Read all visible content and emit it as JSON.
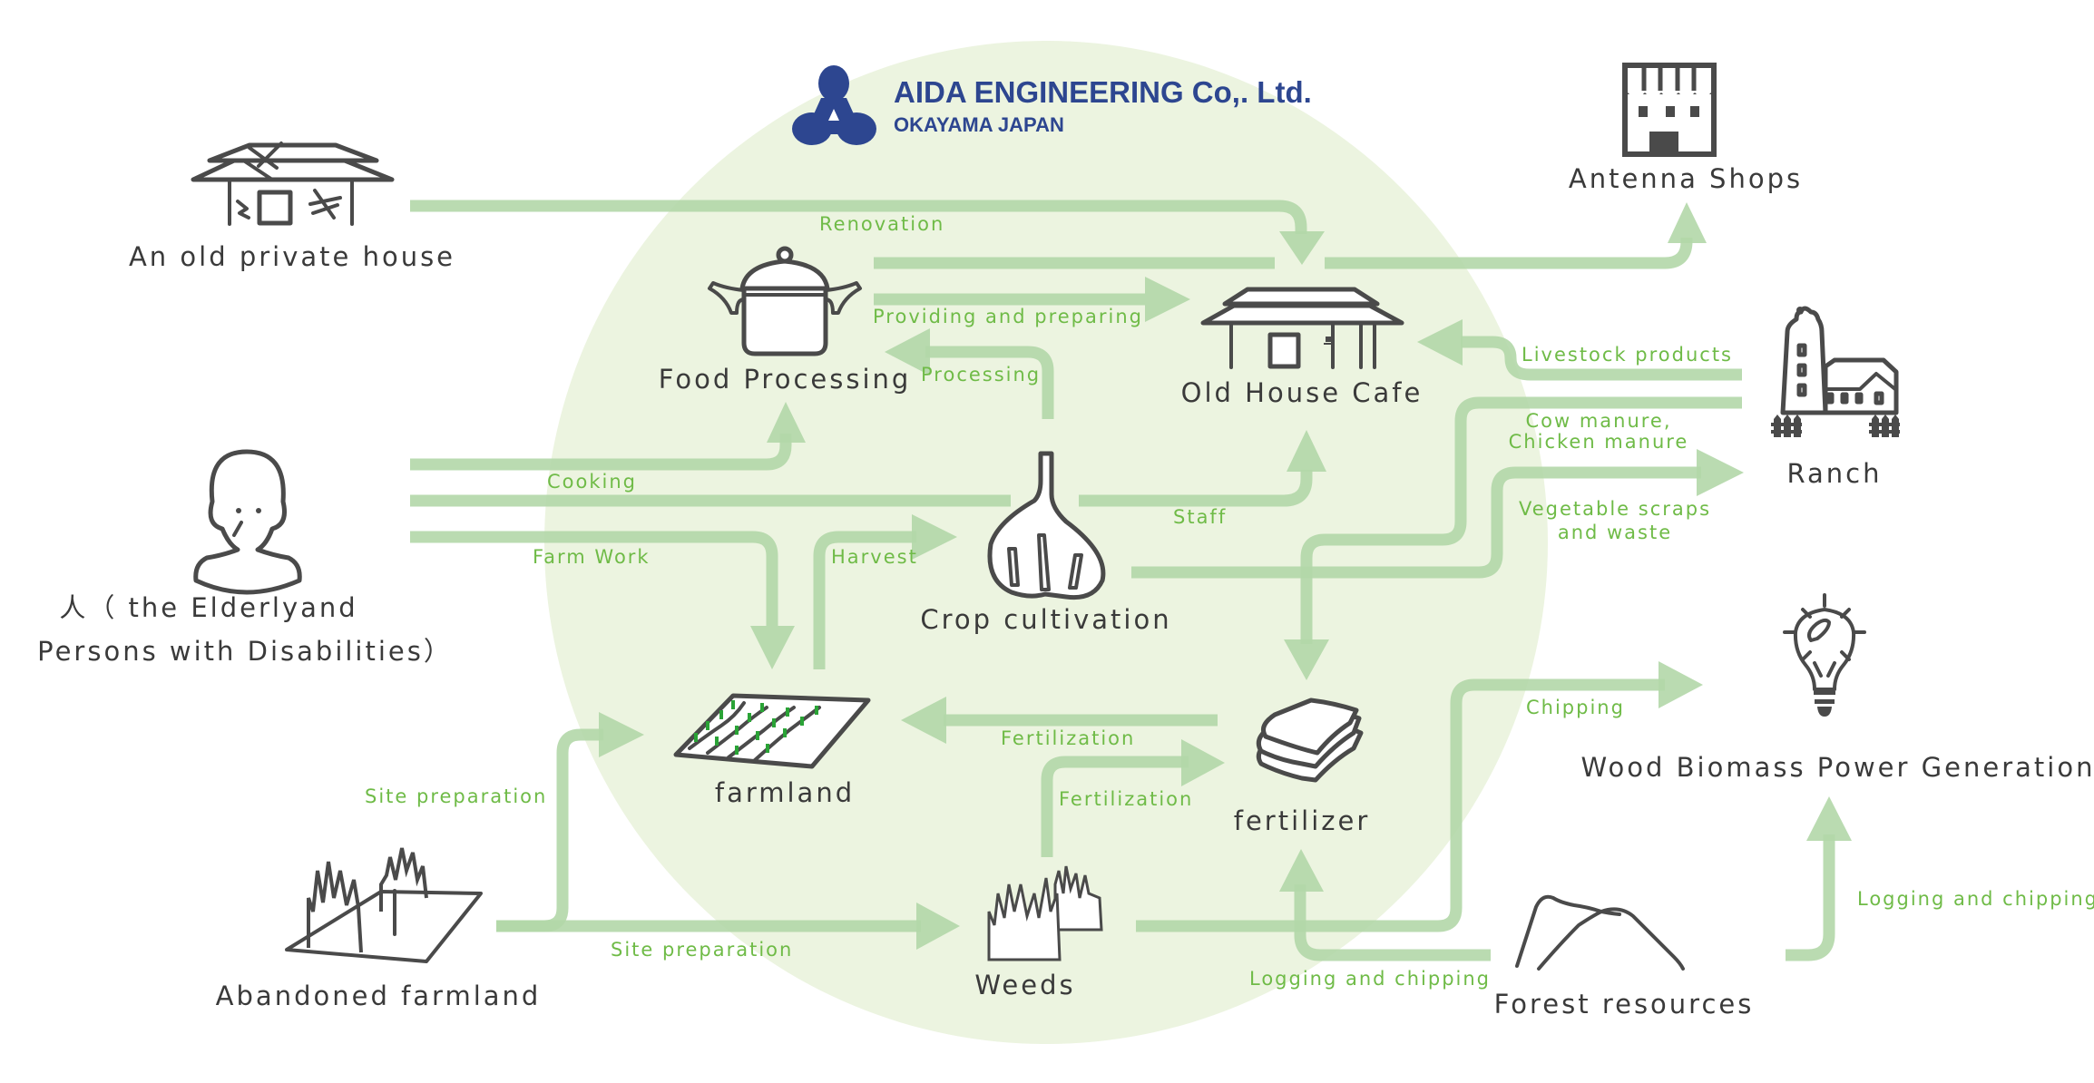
{
  "logo": {
    "company": "AIDA ENGINEERING Co,. Ltd.",
    "location": "OKAYAMA JAPAN",
    "brand_color": "#2d4690"
  },
  "colors": {
    "circle_fill": "#ecf4e0",
    "arrow": "#b3d7a8",
    "flow_text": "#6fbb47",
    "node_text": "#3a3a3a",
    "icon_stroke": "#4a4a4a"
  },
  "nodes": {
    "old_house": {
      "label": "An old private house",
      "icon": "old-house-icon"
    },
    "antenna_shops": {
      "label": "Antenna Shops",
      "icon": "shop-icon"
    },
    "food_processing": {
      "label": "Food Processing",
      "icon": "cooking-pot-icon"
    },
    "cafe": {
      "label": "Old House Cafe",
      "icon": "cafe-house-icon"
    },
    "ranch": {
      "label": "Ranch",
      "icon": "ranch-icon"
    },
    "person": {
      "label_line1": "人（ the Elderlyand",
      "label_line2": "Persons with Disabilities）",
      "icon": "person-icon"
    },
    "crop": {
      "label": "Crop cultivation",
      "icon": "garlic-icon"
    },
    "farmland": {
      "label": "farmland",
      "icon": "farmland-icon"
    },
    "fertilizer": {
      "label": "fertilizer",
      "icon": "fertilizer-icon"
    },
    "weeds": {
      "label": "Weeds",
      "icon": "weeds-icon"
    },
    "abandoned": {
      "label": "Abandoned farmland",
      "icon": "abandoned-farmland-icon"
    },
    "forest": {
      "label": "Forest resources",
      "icon": "mountain-icon"
    },
    "biomass": {
      "label": "Wood Biomass Power Generation",
      "icon": "lightbulb-icon"
    }
  },
  "flows": {
    "renovation": "Renovation",
    "providing": "Providing and preparing",
    "processing": "Processing",
    "livestock": "Livestock products",
    "manure_line1": "Cow manure,",
    "manure_line2": "Chicken manure",
    "veg_line1": "Vegetable scraps",
    "veg_line2": "and waste",
    "cooking": "Cooking",
    "staff": "Staff",
    "farm_work": "Farm Work",
    "harvest": "Harvest",
    "fertilization_1": "Fertilization",
    "fertilization_2": "Fertilization",
    "chipping": "Chipping",
    "site_prep_1": "Site preparation",
    "site_prep_2": "Site preparation",
    "logging_1": "Logging and chipping",
    "logging_2": "Logging and chipping"
  }
}
